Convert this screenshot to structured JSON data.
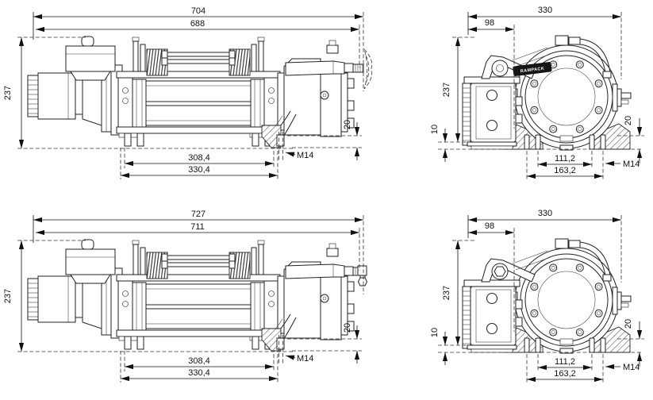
{
  "drawing": {
    "brand_plate": "RAMPACK"
  },
  "views": {
    "top_side": {
      "dims": {
        "overall_length": "704",
        "mounting_length": "688",
        "height": "237",
        "foot_spacing_inner": "308,4",
        "foot_spacing_outer": "330,4",
        "stud_protrusion": "20",
        "stud_thread": "M14"
      }
    },
    "top_front": {
      "dims": {
        "overall_width": "330",
        "motor_overhang": "98",
        "height": "237",
        "base_clearance": "10",
        "bolt_spacing_inner": "111,2",
        "bolt_spacing_outer": "163,2",
        "stud_protrusion": "20",
        "stud_thread": "M14"
      }
    },
    "bottom_side": {
      "dims": {
        "overall_length": "727",
        "mounting_length": "711",
        "height": "237",
        "foot_spacing_inner": "308,4",
        "foot_spacing_outer": "330,4",
        "stud_protrusion": "20",
        "stud_thread": "M14"
      }
    },
    "bottom_front": {
      "dims": {
        "overall_width": "330",
        "motor_overhang": "98",
        "height": "237",
        "base_clearance": "10",
        "bolt_spacing_inner": "111,2",
        "bolt_spacing_outer": "163,2",
        "stud_protrusion": "20",
        "stud_thread": "M14"
      }
    }
  }
}
